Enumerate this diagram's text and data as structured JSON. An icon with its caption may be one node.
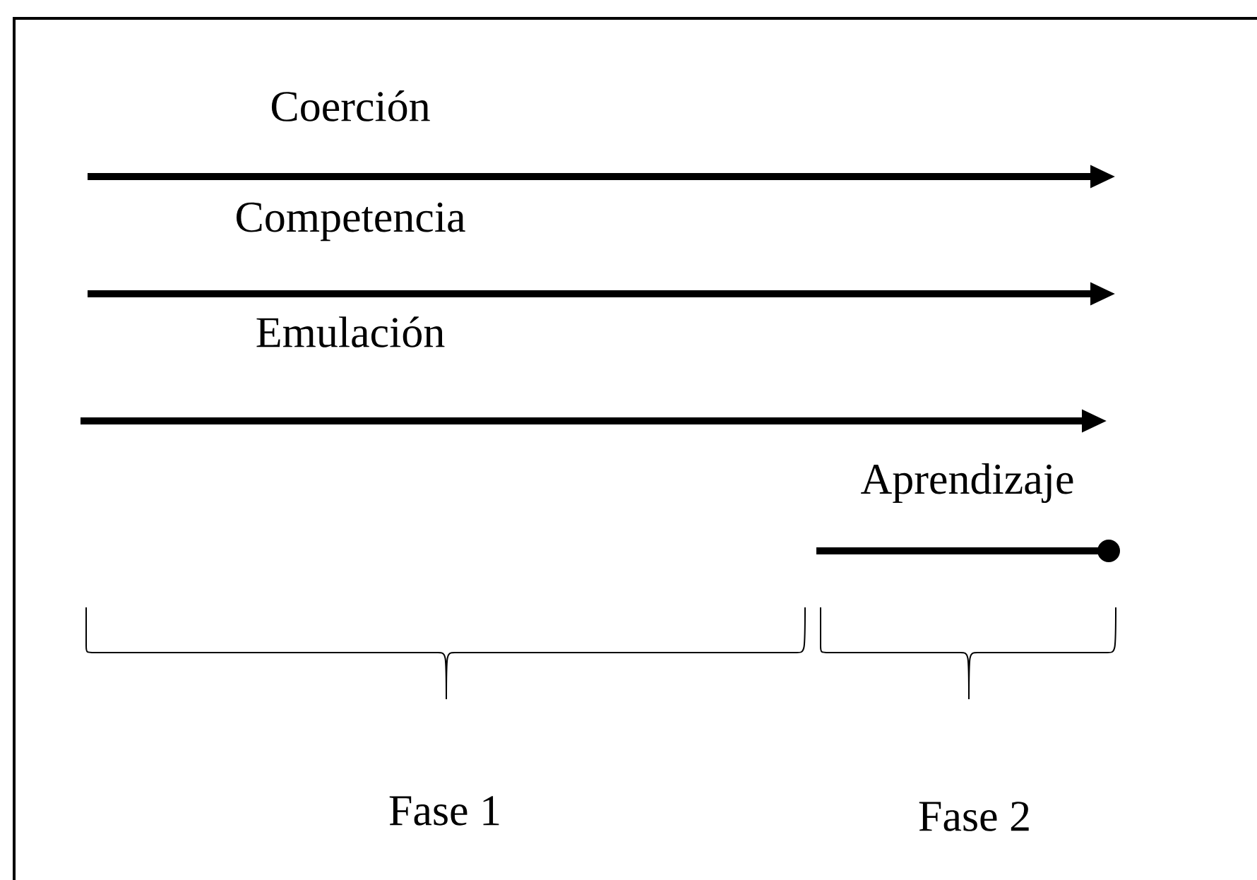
{
  "diagram": {
    "labels": [
      "Coerción",
      "Competencia",
      "Emulación",
      "Aprendizaje",
      "Fase 1",
      "Fase 2"
    ]
  }
}
